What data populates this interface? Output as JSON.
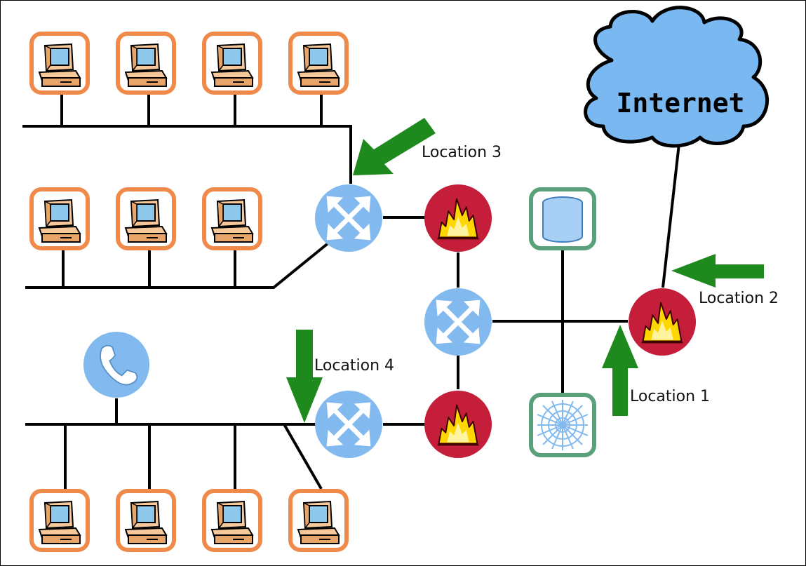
{
  "cloud": {
    "label": "Internet"
  },
  "locations": [
    "Location 1",
    "Location 2",
    "Location 3",
    "Location 4"
  ],
  "icons": {
    "computer": "computer-icon",
    "switch": "switch-icon",
    "firewall": "firewall-icon",
    "phone": "phone-icon",
    "database": "database-server-icon",
    "web": "web-server-icon",
    "cloud": "cloud-icon",
    "arrow": "arrow-icon"
  },
  "colors": {
    "computer_border": "#ef8a4a",
    "switch": "#82baf0",
    "firewall": "#c41e3a",
    "flame": "#ffd700",
    "server_border": "#5aa07a",
    "cloud": "#79b8f0",
    "arrow": "#1e8a1e",
    "line": "#000000"
  }
}
